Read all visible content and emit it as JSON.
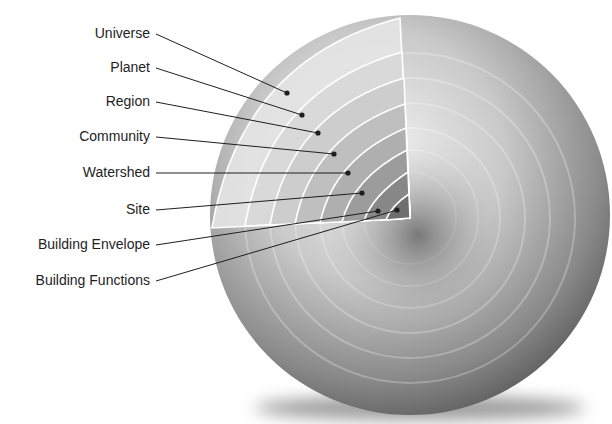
{
  "diagram": {
    "labels": [
      "Universe",
      "Planet",
      "Region",
      "Community",
      "Watershed",
      "Site",
      "Building Envelope",
      "Building Functions"
    ]
  }
}
